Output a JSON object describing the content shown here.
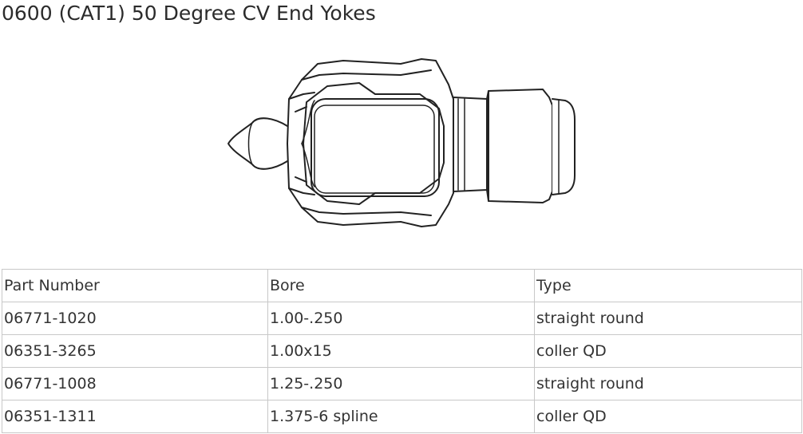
{
  "page": {
    "title": "0600 (CAT1) 50 Degree CV End Yokes"
  },
  "figure": {
    "icon": "cv-end-yoke-line-drawing"
  },
  "table": {
    "headers": [
      "Part Number",
      "Bore",
      "Type"
    ],
    "rows": [
      [
        "06771-1020",
        "1.00-.250",
        "straight round"
      ],
      [
        "06351-3265",
        "1.00x15",
        "coller QD"
      ],
      [
        "06771-1008",
        "1.25-.250",
        "straight round"
      ],
      [
        "06351-1311",
        "1.375-6 spline",
        "coller QD"
      ]
    ]
  }
}
